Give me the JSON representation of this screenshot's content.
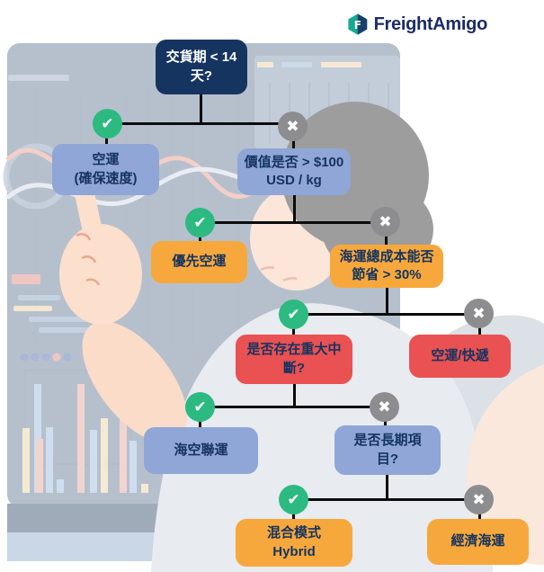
{
  "logo": {
    "brand": "FreightAmigo"
  },
  "icons": {
    "yes_glyph": "✔",
    "no_glyph": "✖"
  },
  "palette": {
    "root_navy": "#163460",
    "node_blue": "#8FA6D6",
    "node_orange": "#F7A83C",
    "node_red": "#E95152",
    "yes_green": "#2CBA80",
    "no_gray": "#8D8D8F",
    "connector_black": "#0B0B0B",
    "logo_navy": "#1D2B67",
    "logo_teal": "#18A98E"
  },
  "flowchart": {
    "nodes": [
      {
        "id": "delivery-question",
        "label": "交貨期 < 14\n天?",
        "color": "navy"
      },
      {
        "id": "air-freight",
        "label": "空運\n(確保速度)",
        "color": "blue"
      },
      {
        "id": "value-question",
        "label": "價值是否 > $100\nUSD / kg",
        "color": "blue"
      },
      {
        "id": "priority-air",
        "label": "優先空運",
        "color": "orange"
      },
      {
        "id": "sea-cost-question",
        "label": "海運總成本能否\n節省 > 30%",
        "color": "orange"
      },
      {
        "id": "disruption-question",
        "label": "是否存在重大中\n斷?",
        "color": "red"
      },
      {
        "id": "air-express",
        "label": "空運/快遞",
        "color": "red"
      },
      {
        "id": "sea-air-combined",
        "label": "海空聯運",
        "color": "blue"
      },
      {
        "id": "long-term-question",
        "label": "是否長期項\n目?",
        "color": "blue"
      },
      {
        "id": "hybrid-mode",
        "label": "混合模式\nHybrid",
        "color": "orange"
      },
      {
        "id": "economy-sea",
        "label": "經濟海運",
        "color": "orange"
      }
    ]
  }
}
